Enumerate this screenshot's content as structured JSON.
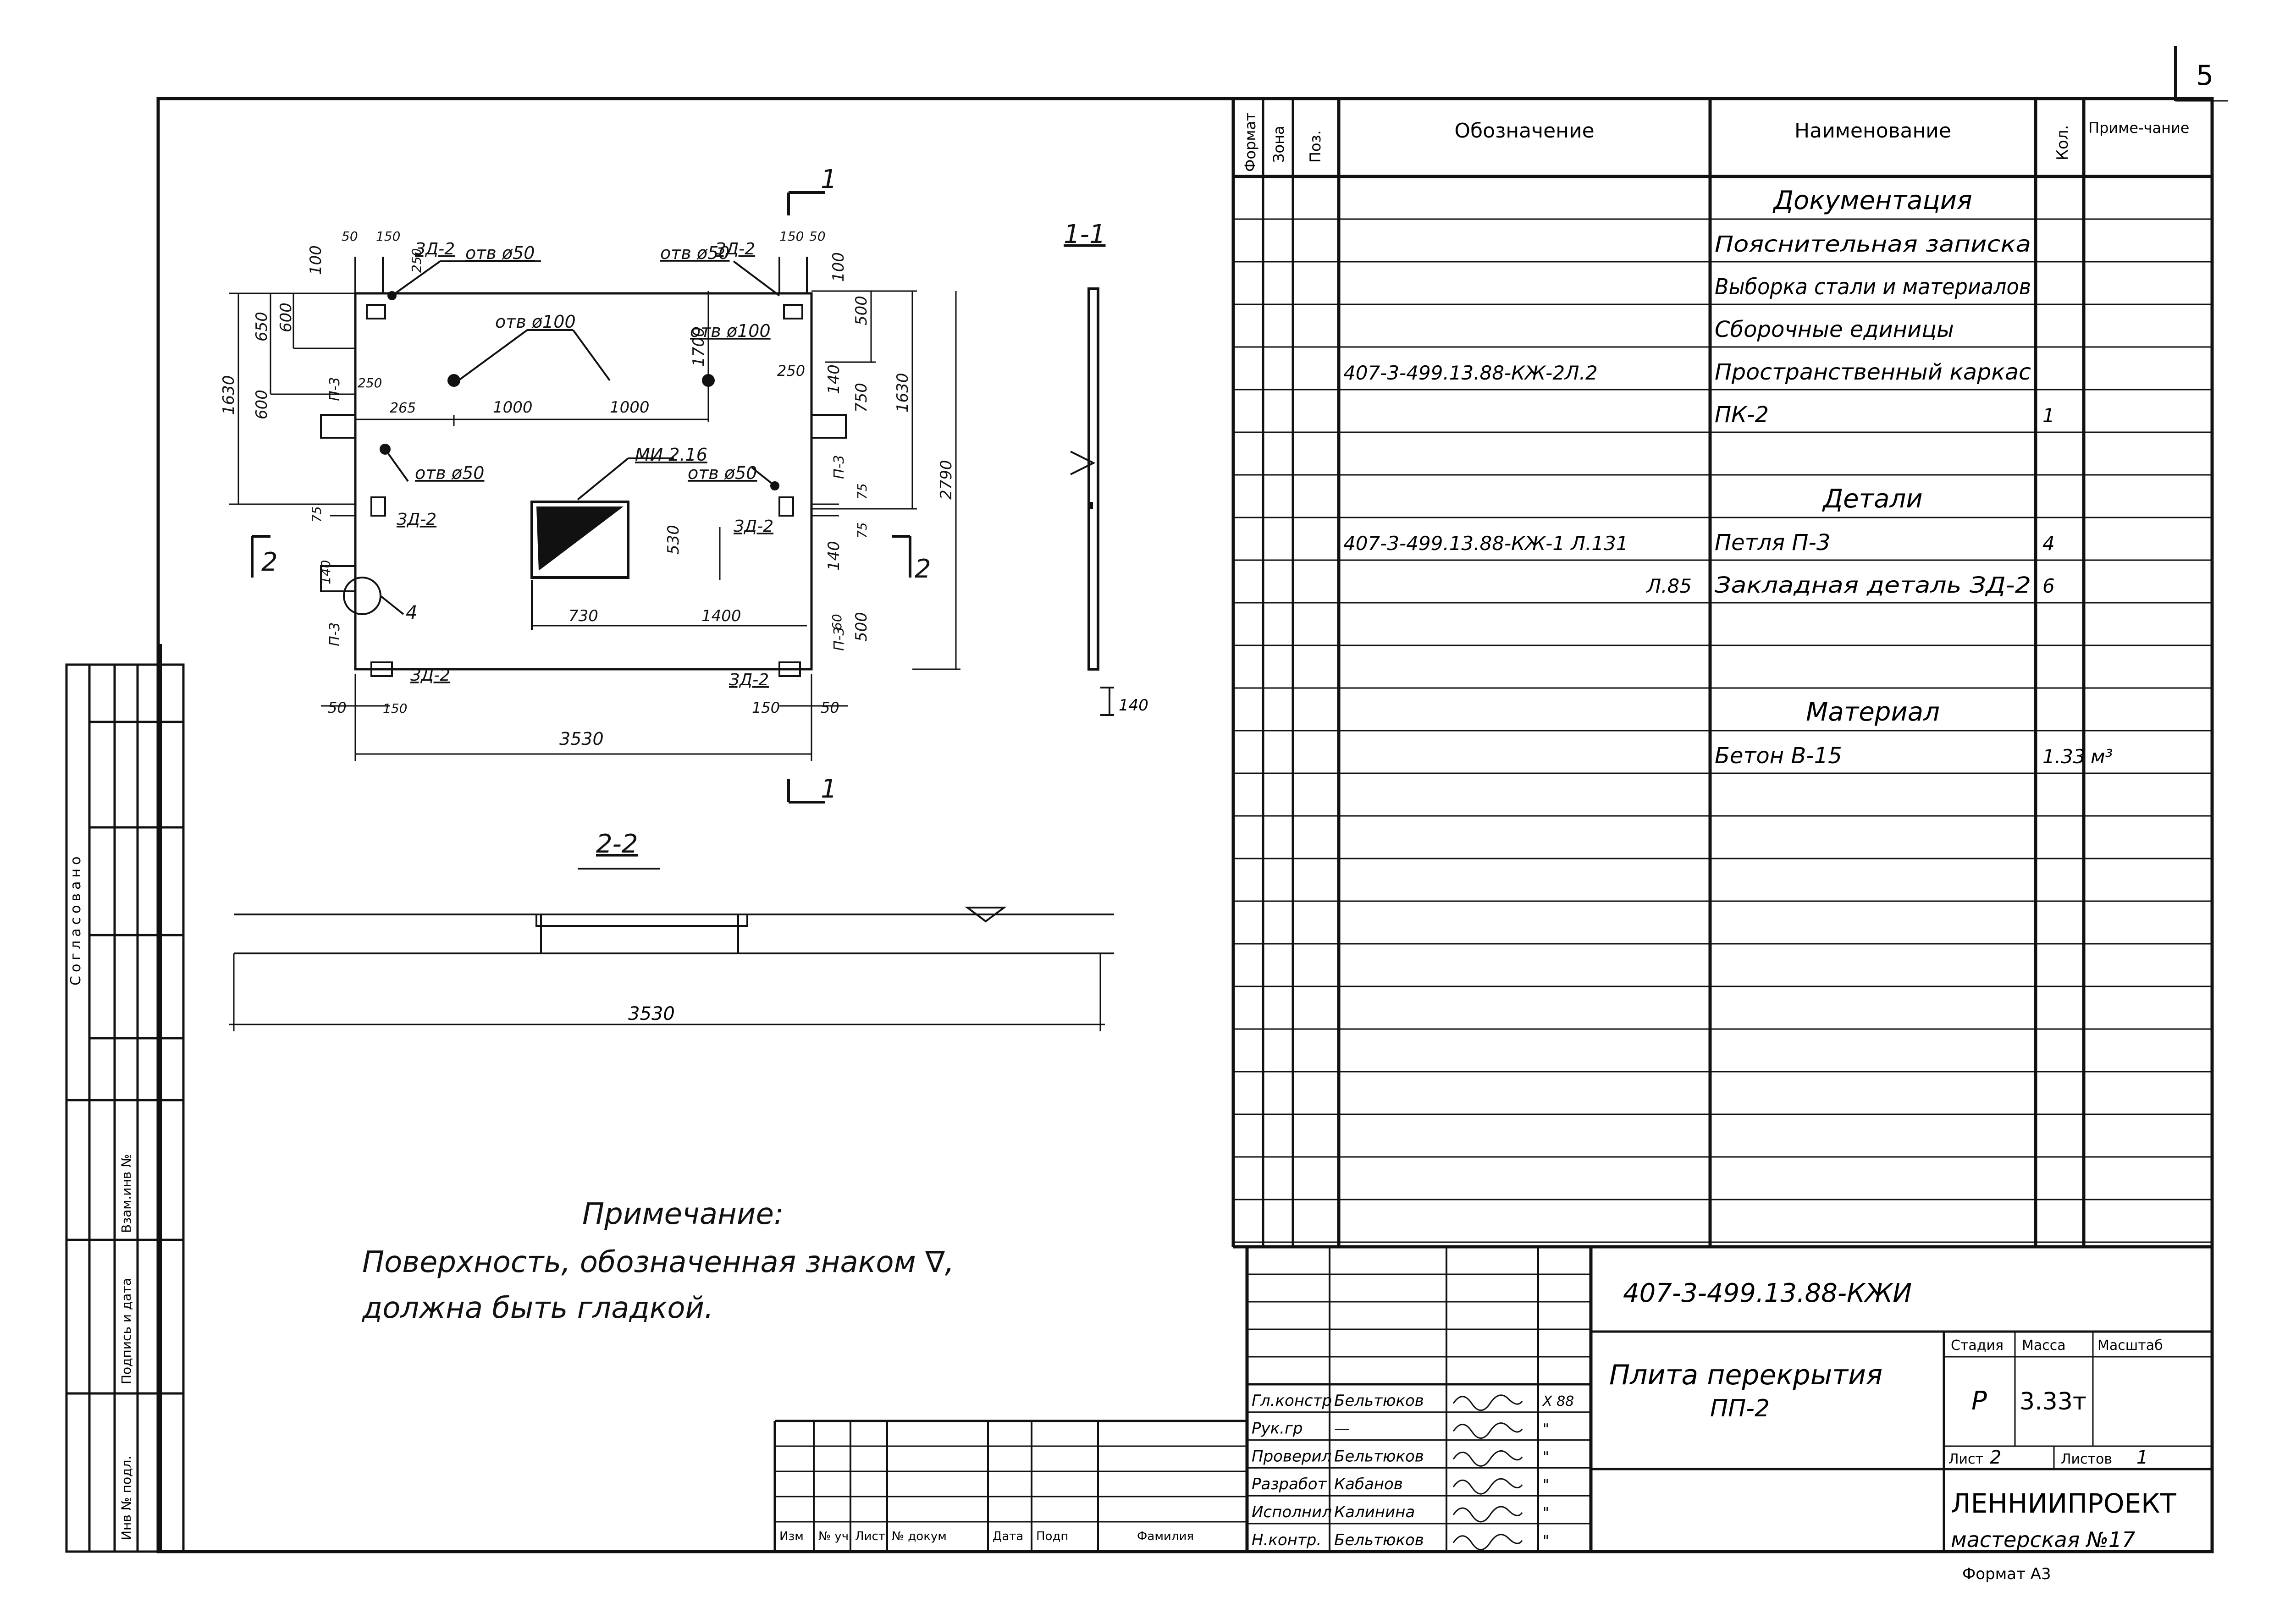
{
  "page_number": "5",
  "spec": {
    "headers": {
      "format": "Формат",
      "zone": "Зона",
      "pos": "Поз.",
      "designation": "Обозначение",
      "name": "Наименование",
      "qty": "Кол.",
      "note": "Приме-чание"
    },
    "rows": [
      {
        "designation": "",
        "name": "Документация",
        "qty": "",
        "note": "",
        "heading": true
      },
      {
        "designation": "",
        "name": "Пояснительная записка",
        "qty": "",
        "note": ""
      },
      {
        "designation": "",
        "name": "Выборка стали и материалов",
        "qty": "",
        "note": ""
      },
      {
        "designation": "",
        "name": "Сборочные единицы",
        "qty": "",
        "note": ""
      },
      {
        "designation": "407-3-499.13.88-КЖ-2Л.2",
        "name": "Пространственный каркас",
        "qty": "",
        "note": ""
      },
      {
        "designation": "",
        "name": "ПК-2",
        "qty": "1",
        "note": ""
      },
      {
        "designation": "",
        "name": "",
        "qty": "",
        "note": ""
      },
      {
        "designation": "",
        "name": "Детали",
        "qty": "",
        "note": "",
        "heading": true
      },
      {
        "designation": "407-3-499.13.88-КЖ-1 Л.131",
        "name": "Петля П-3",
        "qty": "4",
        "note": ""
      },
      {
        "designation": "Л.85",
        "name": "Закладная деталь ЗД-2",
        "qty": "6",
        "note": ""
      },
      {
        "designation": "",
        "name": "",
        "qty": "",
        "note": ""
      },
      {
        "designation": "",
        "name": "",
        "qty": "",
        "note": ""
      },
      {
        "designation": "",
        "name": "Материал",
        "qty": "",
        "note": "",
        "heading": true
      },
      {
        "designation": "",
        "name": "Бетон   В-15",
        "qty": "1.33",
        "note": "м³"
      }
    ]
  },
  "drawing": {
    "plan_labels": {
      "section_1_top": "1",
      "section_1_bottom": "1",
      "section_11_title": "1-1",
      "section_22_title": "2-2",
      "mark_2_left": "2",
      "mark_2_right": "2",
      "hole50_a": "отв ø50",
      "hole50_b": "отв ø50",
      "hole50_c": "отв ø50",
      "hole50_d": "отв ø50",
      "hole100_a": "отв ø100",
      "hole100_b": "отв ø100",
      "zd_a": "ЗД-2",
      "zd_b": "ЗД-2",
      "zd_c": "ЗД-2",
      "zd_d": "ЗД-2",
      "zd_e": "ЗД-2",
      "zd_f": "ЗД-2",
      "mi": "МИ 2.16",
      "p3_a": "П-3",
      "p3_b": "П-3",
      "p3_c": "П-3",
      "p3_d": "П-3",
      "circle_mark": "4"
    },
    "dimensions": {
      "d1630_l": "1630",
      "d650": "650",
      "d600_a": "600",
      "d600_b": "600",
      "d100_a": "100",
      "d100_b": "100",
      "d50_a": "50",
      "d50_b": "50",
      "d50_c": "50",
      "d50_d": "50",
      "d150_a": "150",
      "d150_b": "150",
      "d150_c": "150",
      "d150_d": "150",
      "d250_a": "250",
      "d250_b": "250",
      "d250_c": "250",
      "d265": "265",
      "d1000_a": "1000",
      "d1000_b": "1000",
      "d1700": "1700",
      "d500_a": "500",
      "d500_b": "500",
      "d140_a": "140",
      "d140_b": "140",
      "d140_c": "140",
      "d750": "750",
      "d1630_r": "1630",
      "d2790": "2790",
      "d75_a": "75",
      "d75_b": "75",
      "d75_c": "75",
      "d530": "530",
      "d730": "730",
      "d1400": "1400",
      "d60": "60",
      "d3530_plan": "3530",
      "d3530_sec": "3530",
      "d140_sec": "140"
    },
    "note_title": "Примечание:",
    "note_line1": "Поверхность, обозначенная знаком ∇,",
    "note_line2": "должна быть гладкой."
  },
  "side_stamp": {
    "agreed": "Согласовано",
    "replace": "Взам.инв №",
    "sign_date": "Подпись и дата",
    "inv": "Инв № подл."
  },
  "title_block": {
    "change_headers": [
      "Изм",
      "№ уч.",
      "Лист",
      "№ докум",
      "Дата",
      "Подп",
      "Фамилия"
    ],
    "roles": [
      {
        "role": "Гл.констр",
        "name": "Бельтюков",
        "date": "Х 88"
      },
      {
        "role": "Рук.гр",
        "name": "—",
        "date": "\""
      },
      {
        "role": "Проверил",
        "name": "Бельтюков",
        "date": "\""
      },
      {
        "role": "Разработ",
        "name": "Кабанов",
        "date": "\""
      },
      {
        "role": "Исполнил",
        "name": "Калинина",
        "date": "\""
      },
      {
        "role": "Н.контр.",
        "name": "Бельтюков",
        "date": "\""
      }
    ],
    "designation": "407-3-499.13.88-КЖИ",
    "title": "Плита перекрытия",
    "title_mark": "ПП-2",
    "stage_label": "Стадия",
    "mass_label": "Масса",
    "scale_label": "Масштаб",
    "stage": "Р",
    "mass": "3.33т",
    "sheet_label": "Лист",
    "sheet": "2",
    "sheets_label": "Листов",
    "sheets": "1",
    "org": "ЛЕННИИПРОЕКТ",
    "workshop": "мастерская №17",
    "format": "Формат А3"
  },
  "colors": {
    "ink": "#111111",
    "paper": "#ffffff"
  }
}
